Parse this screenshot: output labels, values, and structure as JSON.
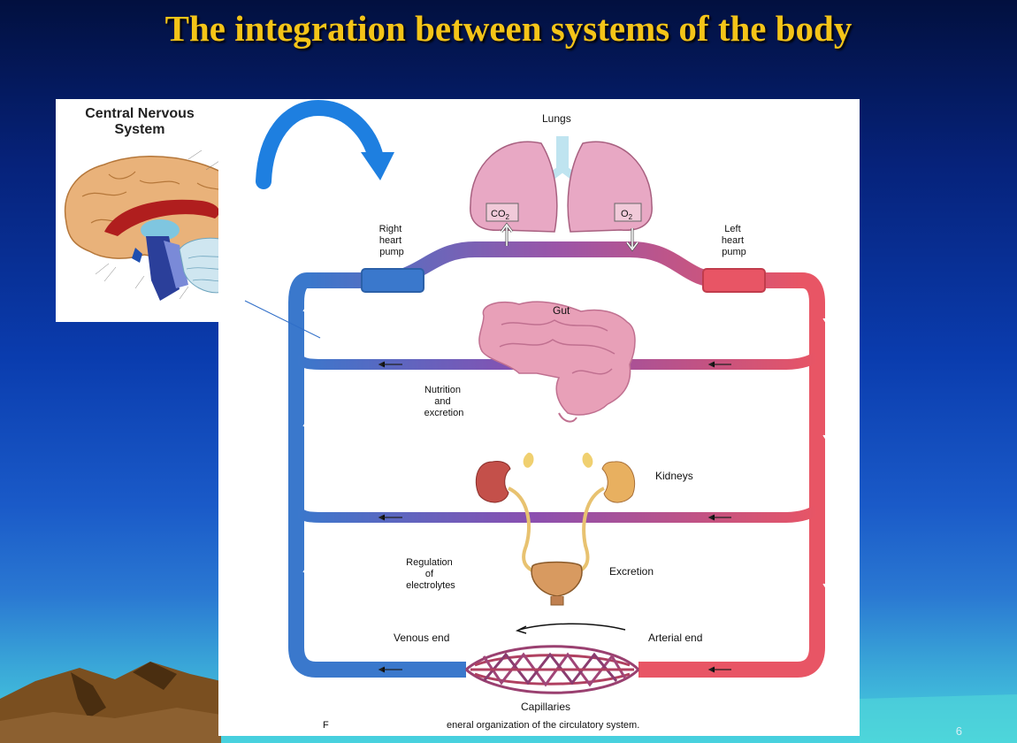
{
  "slide": {
    "title": "The integration between systems of the body",
    "page_number": "6"
  },
  "cns": {
    "title_line1": "Central Nervous",
    "title_line2": "System"
  },
  "diagram": {
    "lungs": "Lungs",
    "co2": "CO",
    "co2_sub": "2",
    "o2": "O",
    "o2_sub": "2",
    "right_pump": [
      "Right",
      "heart",
      "pump"
    ],
    "left_pump": [
      "Left",
      "heart",
      "pump"
    ],
    "gut": "Gut",
    "nutrition": [
      "Nutrition",
      "and",
      "excretion"
    ],
    "kidneys": "Kidneys",
    "regulation": [
      "Regulation",
      "of",
      "electrolytes"
    ],
    "excretion": "Excretion",
    "venous_end": "Venous end",
    "arterial_end": "Arterial end",
    "capillaries": "Capillaries",
    "caption_start": "F",
    "caption": "eneral organization of the circulatory system."
  },
  "colors": {
    "title": "#f4c418",
    "venous": "#3a78cc",
    "arterial": "#e85565",
    "organ_pink": "#e8a8c4",
    "kidney": "#c4504a",
    "cns_arrow": "#1e7fe0"
  }
}
